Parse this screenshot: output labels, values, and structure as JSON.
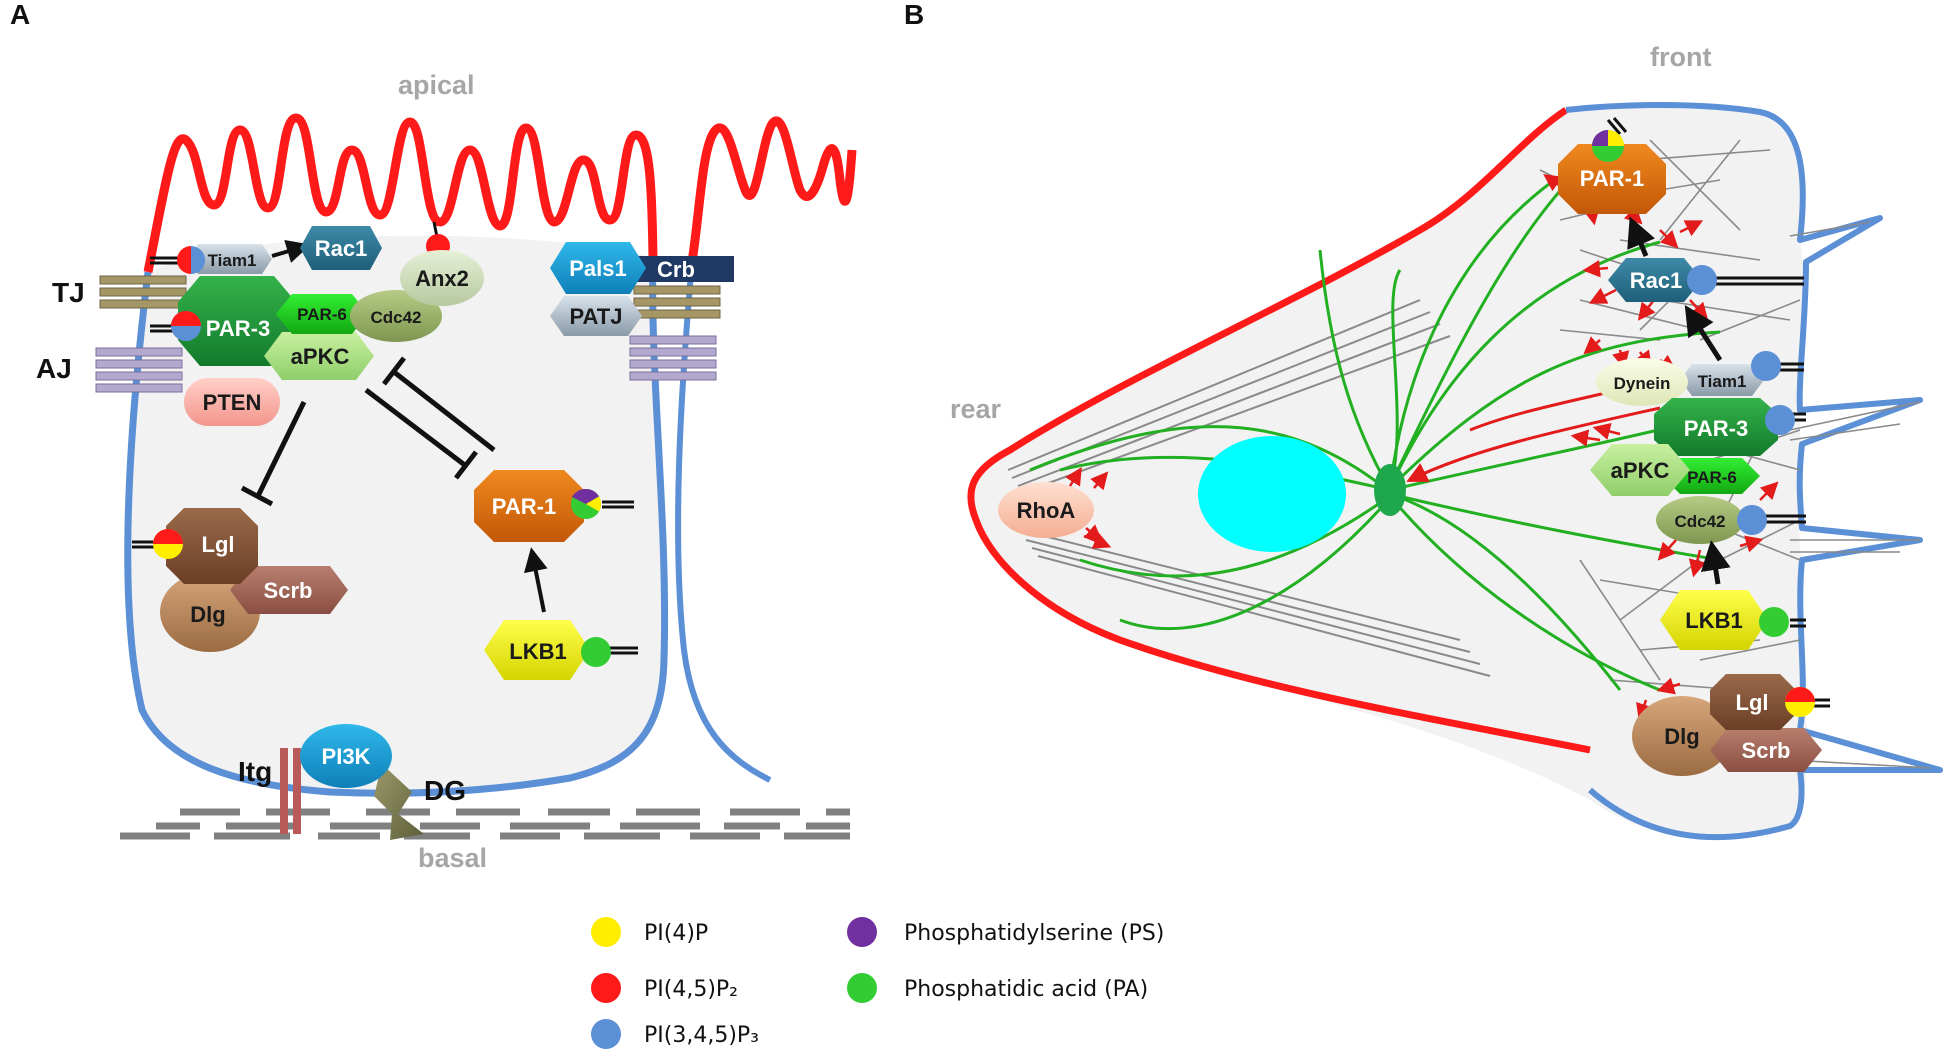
{
  "panels": {
    "a": {
      "letter": "A",
      "apical": "apical",
      "basal": "basal",
      "tj": "TJ",
      "aj": "AJ",
      "itg": "Itg",
      "dg": "DG"
    },
    "b": {
      "letter": "B",
      "front": "front",
      "rear": "rear"
    }
  },
  "proteins": {
    "tiam1": "Tiam1",
    "rac1": "Rac1",
    "anx2": "Anx2",
    "pals1": "Pals1",
    "crb": "Crb",
    "patj": "PATJ",
    "par3": "PAR-3",
    "par6": "PAR-6",
    "cdc42": "Cdc42",
    "apkc": "aPKC",
    "pten": "PTEN",
    "lgl": "Lgl",
    "scrb": "Scrb",
    "dlg": "Dlg",
    "par1": "PAR-1",
    "lkb1": "LKB1",
    "pi3k": "PI3K",
    "dynein": "Dynein",
    "rhoa": "RhoA"
  },
  "legend": [
    {
      "name": "legend-pi4p",
      "label": "PI(4)P",
      "color": "#ffee00"
    },
    {
      "name": "legend-pi45p2",
      "label": "PI(4,5)P₂",
      "color": "#ff1a1a"
    },
    {
      "name": "legend-pip3",
      "label": "PI(3,4,5)P₃",
      "color": "#5b8fd6"
    },
    {
      "name": "legend-ps",
      "label": "Phosphatidylserine (PS)",
      "color": "#7030a0"
    },
    {
      "name": "legend-pa",
      "label": "Phosphatidic acid (PA)",
      "color": "#33cc33"
    }
  ],
  "colors": {
    "membrane_apical": "#ff1a1a",
    "membrane_basolateral": "#5b8fd6",
    "cytoplasm": "#f2f2f2",
    "microtubule": "#22b022",
    "nucleus": "#00ffff"
  }
}
